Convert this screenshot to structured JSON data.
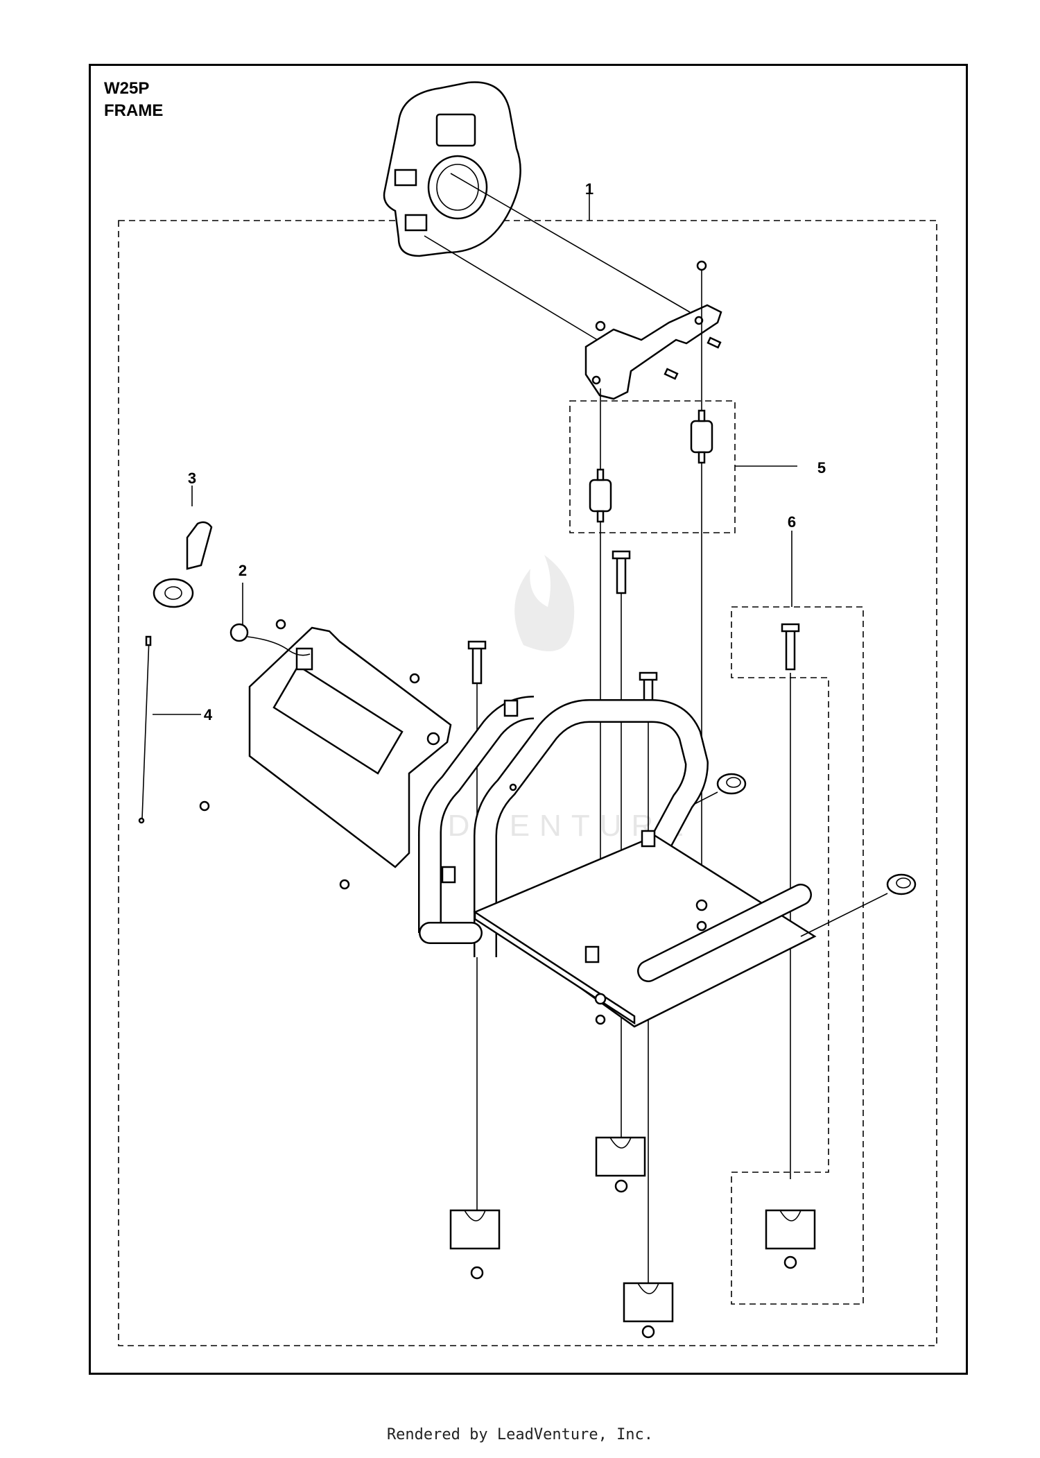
{
  "header": {
    "model": "W25P",
    "section": "FRAME"
  },
  "callouts": [
    {
      "id": "1",
      "label": "1"
    },
    {
      "id": "2",
      "label": "2"
    },
    {
      "id": "3",
      "label": "3"
    },
    {
      "id": "4",
      "label": "4"
    },
    {
      "id": "5",
      "label": "5"
    },
    {
      "id": "6",
      "label": "6"
    }
  ],
  "watermark": "LEADVENTURE",
  "footer": {
    "credit": "Rendered by LeadVenture, Inc."
  }
}
